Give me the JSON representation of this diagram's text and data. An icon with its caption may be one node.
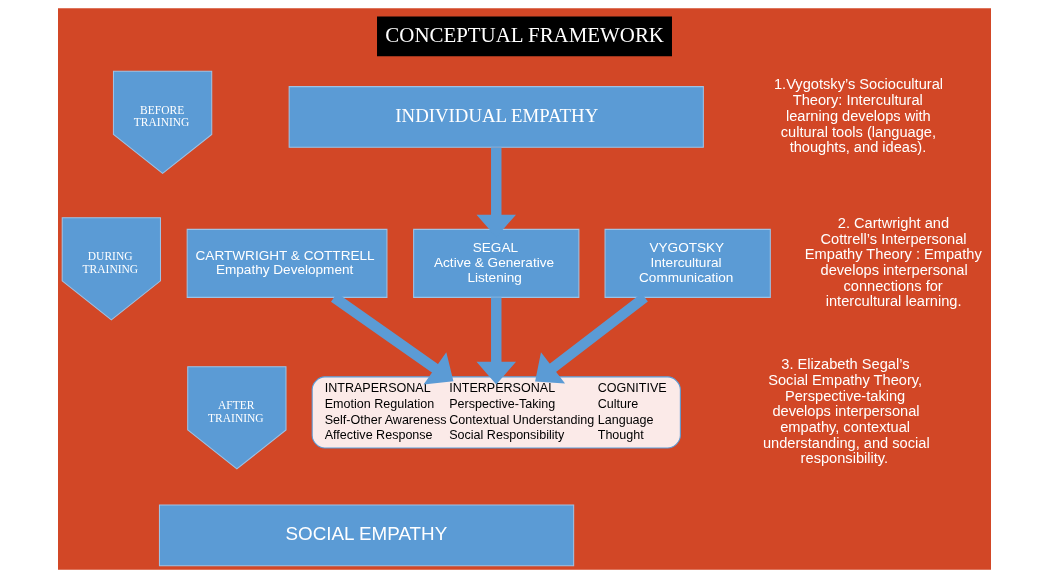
{
  "diagram": {
    "title": "CONCEPTUAL FRAMEWORK",
    "nodes": [
      {
        "text": [
          "BEFORE TRAINING"
        ]
      },
      {
        "text": [
          "INDIVIDUAL EMPATHY"
        ]
      },
      {
        "text": [
          "DURING TRAINING"
        ]
      },
      {
        "text": [
          "CARTWRIGHT & COTTRELL",
          "Empathy Development"
        ]
      },
      {
        "text": [
          "SEGAL",
          "Active & Generative Listening"
        ]
      },
      {
        "text": [
          "VYGOTSKY",
          "Intercultural Communication"
        ]
      },
      {
        "text": [
          "AFTER TRAINING"
        ]
      },
      {
        "text": [
          "INTRAPERSONAL",
          "Emotion Regulation",
          "Self-Other Awareness",
          "Affective Response",
          "INTERPERSONAL",
          "Perspective-Taking",
          "Contextual Understanding",
          "Social Responsibility",
          "COGNITIVE",
          "Culture",
          "Language",
          "Thought"
        ]
      },
      {
        "text": [
          "SOCIAL EMPATHY"
        ]
      }
    ],
    "edges": [
      {
        "from": 1,
        "to": 4,
        "arrow": "to"
      },
      {
        "from": 3,
        "to": 7,
        "arrow": "to"
      },
      {
        "from": 4,
        "to": 7,
        "arrow": "to"
      },
      {
        "from": 5,
        "to": 7,
        "arrow": "to"
      }
    ],
    "labels": [
      "1.Vygotsky’s Sociocultural Theory: Intercultural learning develops with cultural tools (language, thoughts, and ideas).",
      "2. Cartwright and Cottrell’s Interpersonal Empathy Theory : Empathy develops interpersonal connections for intercultural learning.",
      "3. Elizabeth Segal’s Social Empathy Theory, Perspective-taking develops interpersonal empathy, contextual understanding, and social responsibility."
    ]
  }
}
